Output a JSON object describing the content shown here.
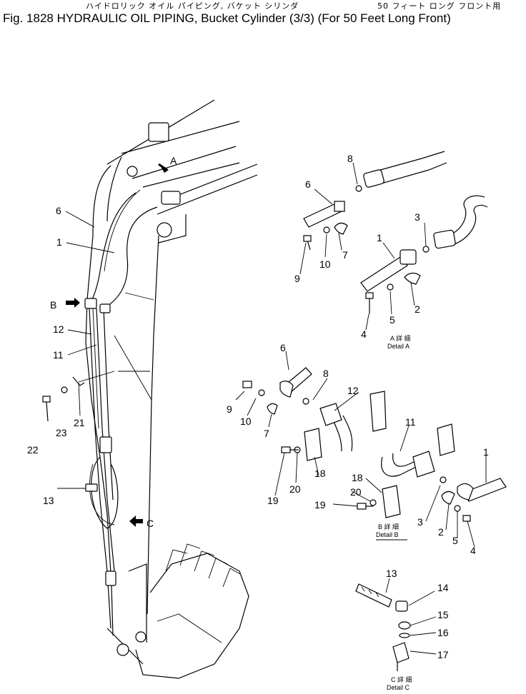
{
  "header": {
    "japanese_title_left": "ハイドロリック オイル パイピング, バケット シリンダ",
    "japanese_title_right": "50 フィート ロング フロント用",
    "figure_number": "Fig. 1828",
    "title": "HYDRAULIC OIL PIPING, Bucket Cylinder (3/3) (For 50 Feet Long Front)"
  },
  "view_markers": {
    "a": "A",
    "b": "B",
    "c": "C"
  },
  "part_numbers": {
    "main_view": [
      "6",
      "1",
      "12",
      "11",
      "22",
      "23",
      "21",
      "13"
    ],
    "detail_a": [
      "8",
      "6",
      "3",
      "1",
      "9",
      "10",
      "7",
      "5",
      "2",
      "4"
    ],
    "detail_b": [
      "6",
      "8",
      "12",
      "9",
      "10",
      "7",
      "11",
      "1",
      "19",
      "20",
      "18",
      "18",
      "20",
      "19",
      "3",
      "2",
      "5",
      "4"
    ],
    "detail_c": [
      "13",
      "14",
      "15",
      "16",
      "17"
    ]
  },
  "detail_captions": {
    "a": {
      "jp": "A 詳 細",
      "en": "Detail A"
    },
    "b": {
      "jp": "B 詳 細",
      "en": "Detail B"
    },
    "c": {
      "jp": "C 詳 細",
      "en": "Detail C"
    }
  }
}
